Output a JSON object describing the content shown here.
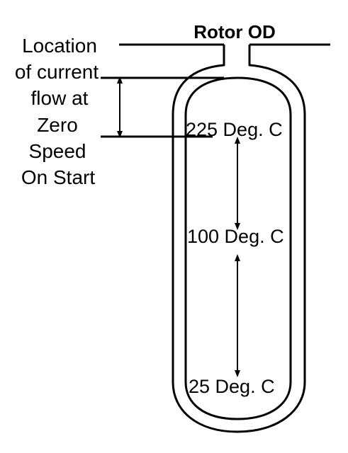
{
  "diagram": {
    "title": "Rotor OD",
    "side_label_lines": [
      "Location",
      "of current",
      "flow at",
      "Zero",
      "Speed",
      "On Start"
    ],
    "temperatures": {
      "top": "225 Deg. C",
      "middle": "100 Deg. C",
      "bottom": "25 Deg. C"
    }
  }
}
